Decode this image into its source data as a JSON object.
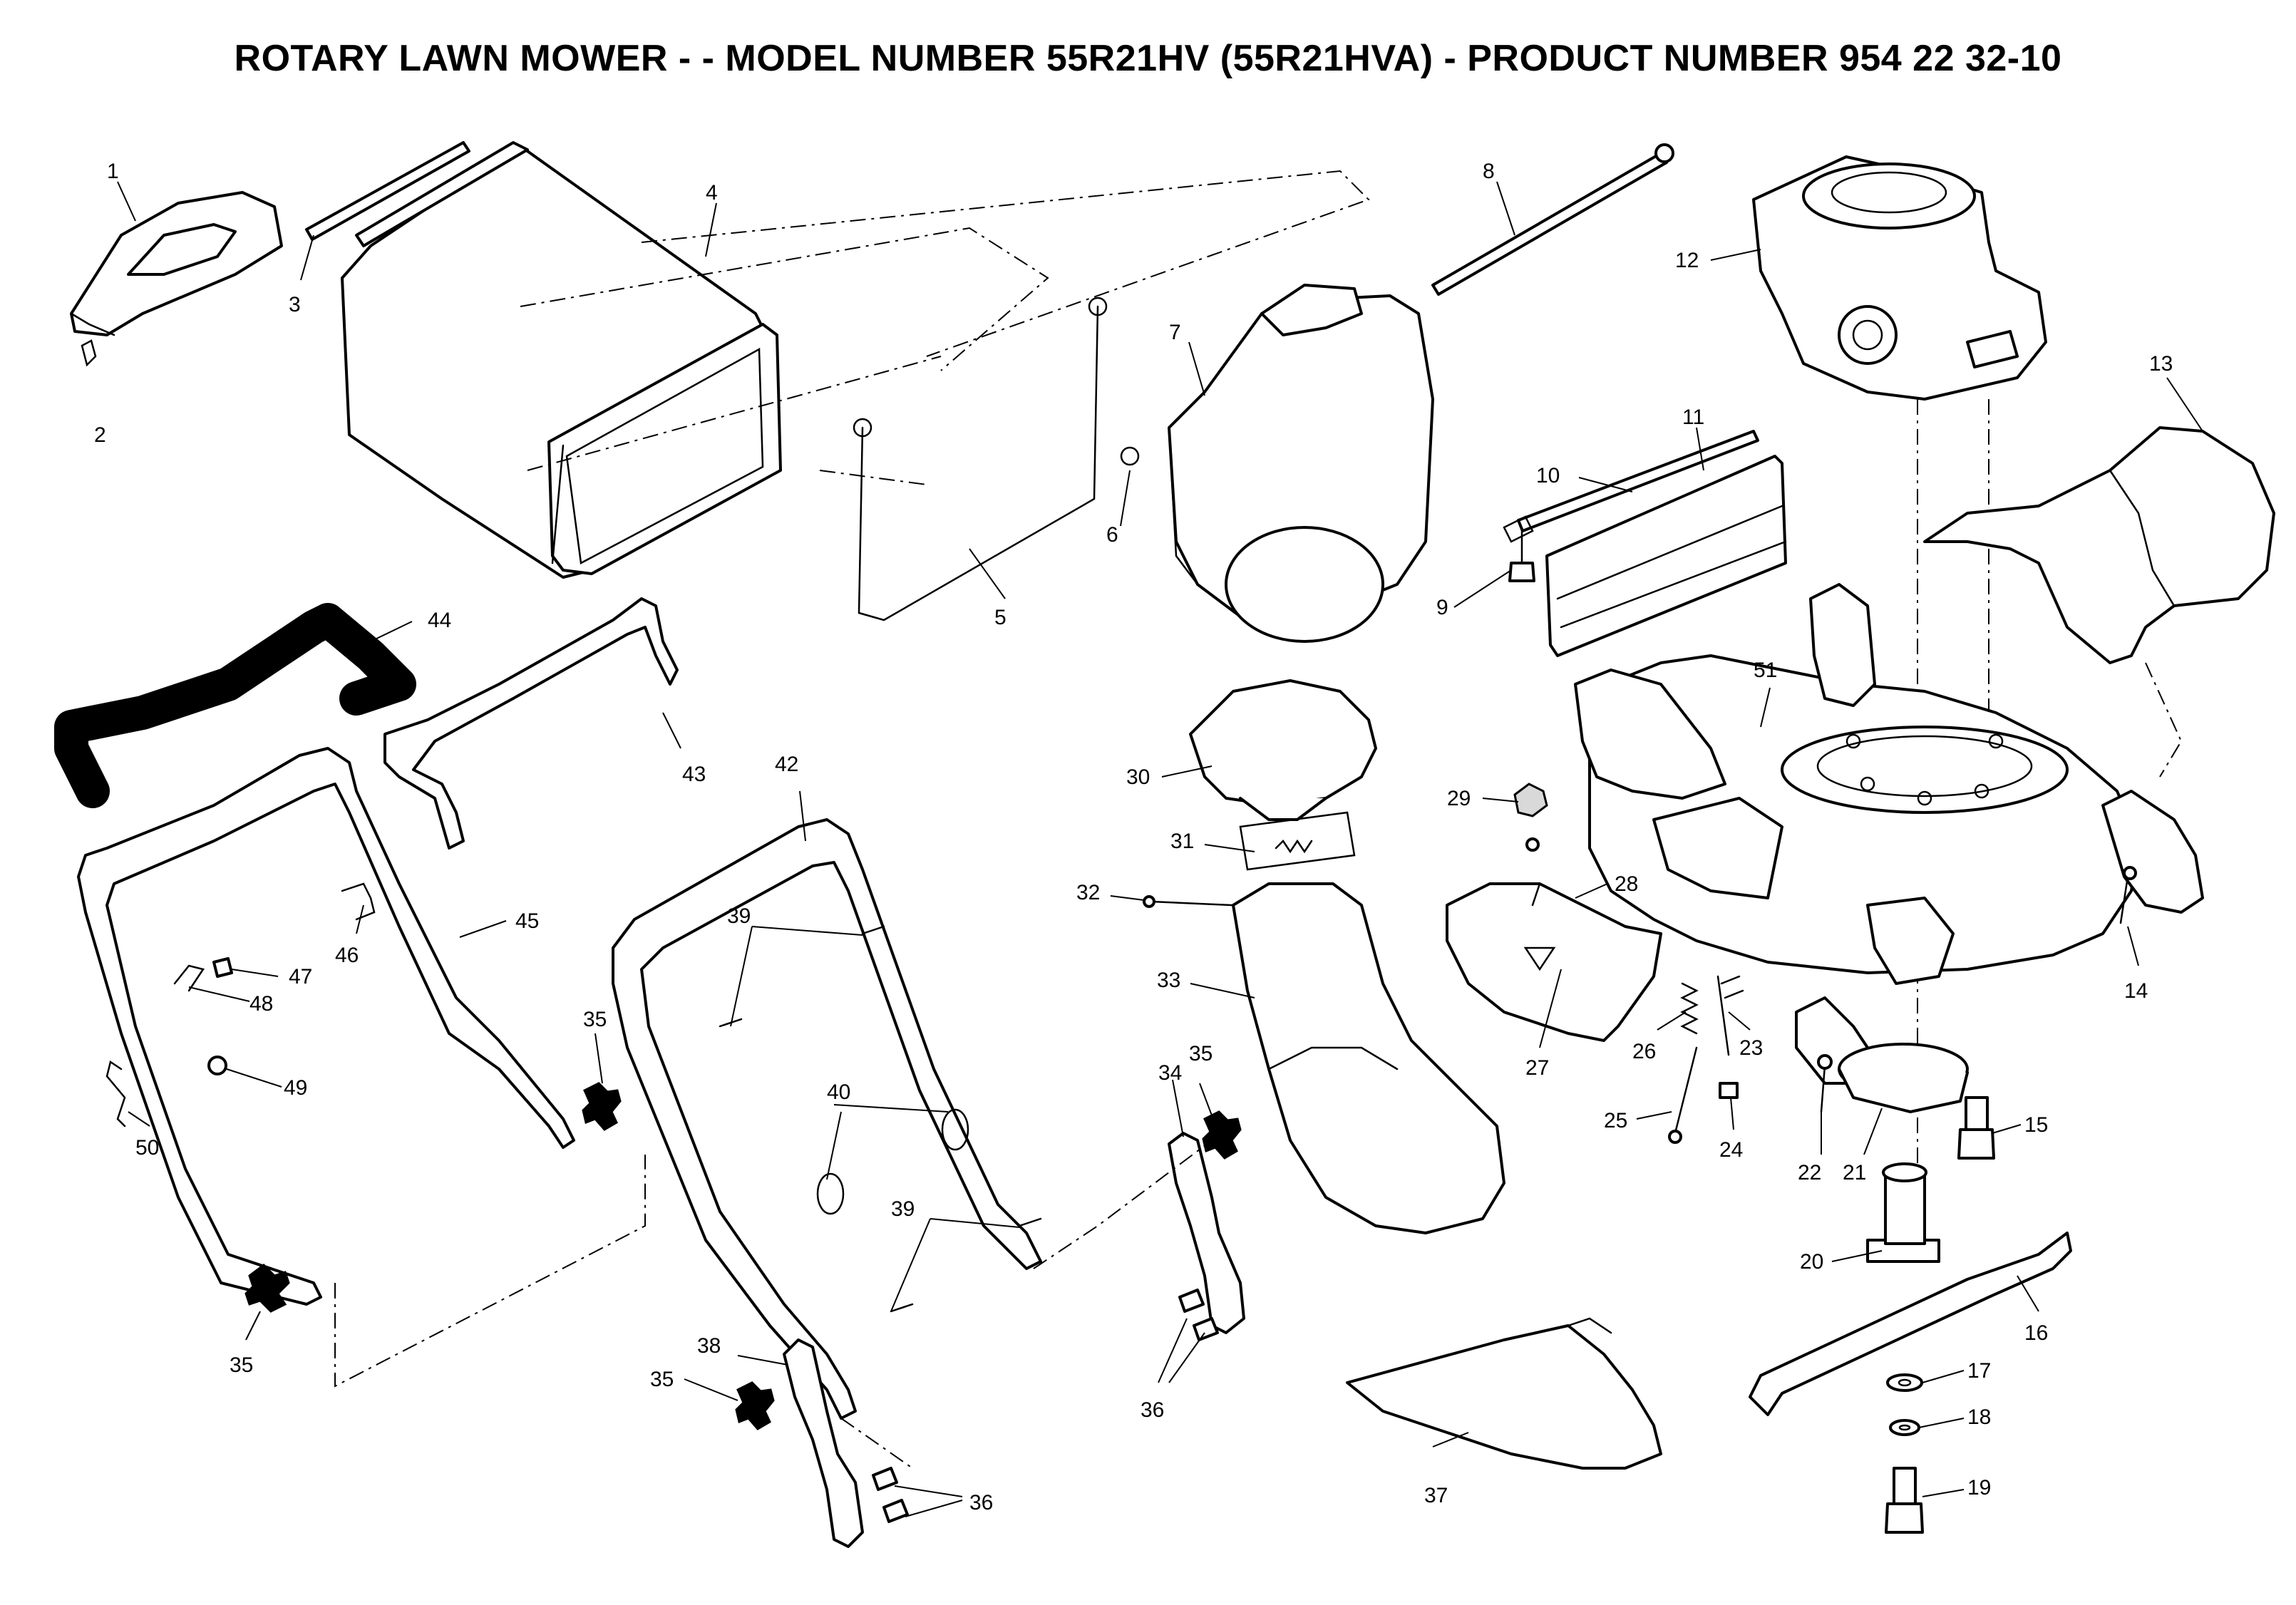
{
  "title": "ROTARY LAWN MOWER - - MODEL NUMBER 55R21HV (55R21HVA) - PRODUCT NUMBER 954 22 32-10",
  "callouts": {
    "c1": "1",
    "c2": "2",
    "c3": "3",
    "c4": "4",
    "c5": "5",
    "c6": "6",
    "c7": "7",
    "c8": "8",
    "c9": "9",
    "c10": "10",
    "c11": "11",
    "c12": "12",
    "c13": "13",
    "c14": "14",
    "c15": "15",
    "c16": "16",
    "c17": "17",
    "c18": "18",
    "c19": "19",
    "c20": "20",
    "c21": "21",
    "c22": "22",
    "c23": "23",
    "c24": "24",
    "c25": "25",
    "c26": "26",
    "c27": "27",
    "c28": "28",
    "c29": "29",
    "c30": "30",
    "c31": "31",
    "c32": "32",
    "c33": "33",
    "c34": "34",
    "c35a": "35",
    "c35b": "35",
    "c35c": "35",
    "c35d": "35",
    "c36a": "36",
    "c36b": "36",
    "c37": "37",
    "c38": "38",
    "c39a": "39",
    "c39b": "39",
    "c40": "40",
    "c42": "42",
    "c43": "43",
    "c44": "44",
    "c45": "45",
    "c46": "46",
    "c47": "47",
    "c48": "48",
    "c49": "49",
    "c50": "50",
    "c51": "51"
  }
}
